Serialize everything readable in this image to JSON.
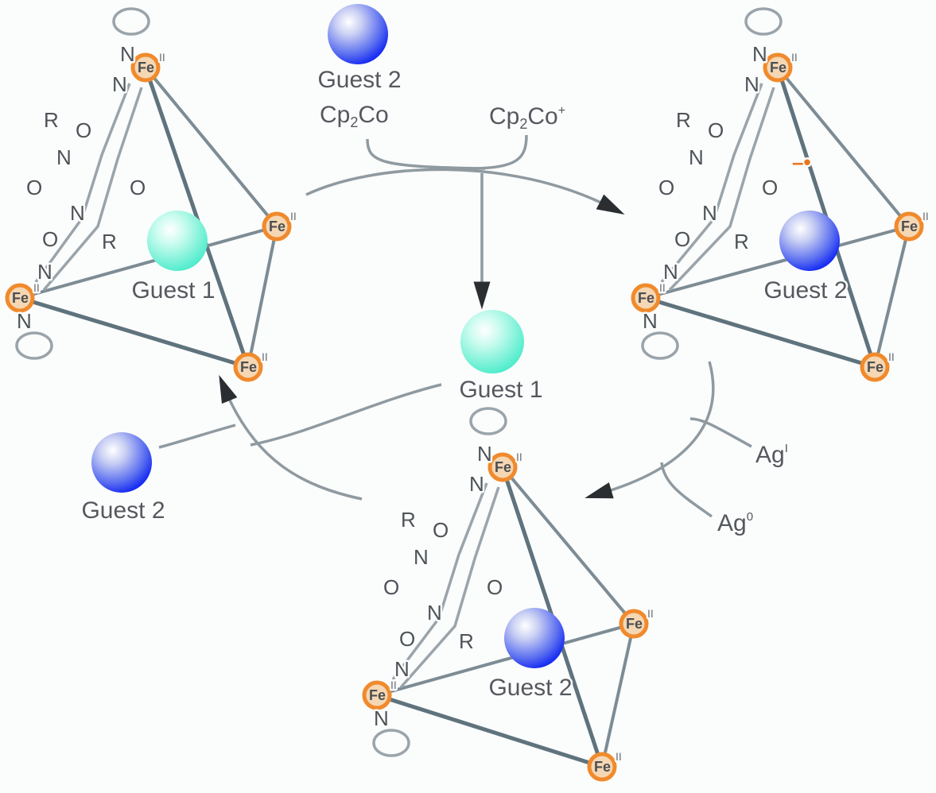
{
  "diagram": {
    "title": "",
    "colors": {
      "guest1": "#5ef0cf",
      "guest2": "#1f3cf0",
      "fe_center": "#f08a2c",
      "bond": "#6f818a",
      "label": "#55595e",
      "radical": "#e8761e"
    },
    "cages": [
      {
        "id": "cage-top-left",
        "metal_label": "Fe",
        "metal_oxidation": "II",
        "ligand_atoms": [
          "N",
          "N",
          "R",
          "O",
          "N",
          "O",
          "O",
          "N",
          "O",
          "R",
          "N",
          "N"
        ],
        "guest_label": "Guest 1",
        "guest_type": "guest1",
        "reduced": false
      },
      {
        "id": "cage-top-right",
        "metal_label": "Fe",
        "metal_oxidation": "II",
        "ligand_atoms": [
          "N",
          "N",
          "R",
          "O",
          "N",
          "O",
          "O",
          "N",
          "O",
          "R",
          "N",
          "N"
        ],
        "guest_label": "Guest 2",
        "guest_type": "guest2",
        "reduced": true,
        "radical_anion_mark": "–•"
      },
      {
        "id": "cage-bottom",
        "metal_label": "Fe",
        "metal_oxidation": "II",
        "ligand_atoms": [
          "N",
          "N",
          "R",
          "O",
          "N",
          "O",
          "O",
          "N",
          "O",
          "R",
          "N",
          "N"
        ],
        "guest_label": "Guest 2",
        "guest_type": "guest2",
        "reduced": false
      }
    ],
    "free_species": [
      {
        "id": "guest2-top",
        "label": "Guest 2",
        "type": "guest2"
      },
      {
        "id": "guest1-center",
        "label": "Guest 1",
        "type": "guest1"
      },
      {
        "id": "guest2-left",
        "label": "Guest 2",
        "type": "guest2"
      }
    ],
    "reagents": {
      "reductant": {
        "base": "Cp",
        "sub": "2",
        "tail": "Co",
        "sup": ""
      },
      "reductant_product": {
        "base": "Cp",
        "sub": "2",
        "tail": "Co",
        "sup": "+"
      },
      "oxidant": {
        "base": "Ag",
        "sup": "I"
      },
      "oxidant_product": {
        "base": "Ag",
        "sup": "0"
      }
    },
    "steps": [
      {
        "id": "reduction",
        "from": "cage-top-left",
        "to": "cage-top-right"
      },
      {
        "id": "oxidation",
        "from": "cage-top-right",
        "to": "cage-bottom"
      },
      {
        "id": "guest-exchange",
        "from": "cage-bottom",
        "to": "cage-top-left"
      }
    ]
  }
}
